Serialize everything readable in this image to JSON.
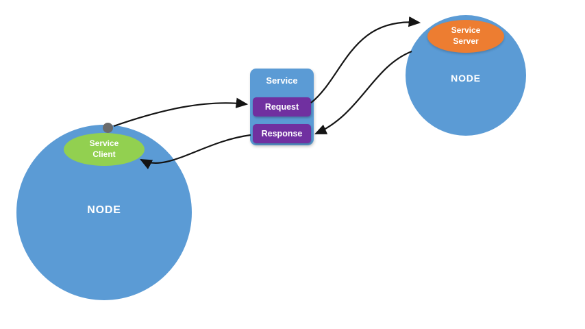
{
  "left_node": {
    "label": "NODE",
    "color": "#5b9bd5"
  },
  "service_client": {
    "line1": "Service",
    "line2": "Client",
    "color": "#92d050"
  },
  "connector_dot": {
    "color": "#6b6b6b"
  },
  "service": {
    "title": "Service",
    "box_color": "#5b9bd5",
    "request": {
      "label": "Request",
      "color": "#7030a0"
    },
    "response": {
      "label": "Response",
      "color": "#7030a0"
    }
  },
  "right_node": {
    "label": "NODE",
    "color": "#5b9bd5"
  },
  "service_server": {
    "line1": "Service",
    "line2": "Server",
    "color": "#ed7d31"
  },
  "arrows": {
    "color": "#141414",
    "links": [
      {
        "from": "service-client",
        "to": "request"
      },
      {
        "from": "request",
        "to": "service-server"
      },
      {
        "from": "service-server",
        "to": "response"
      },
      {
        "from": "response",
        "to": "service-client"
      }
    ]
  }
}
